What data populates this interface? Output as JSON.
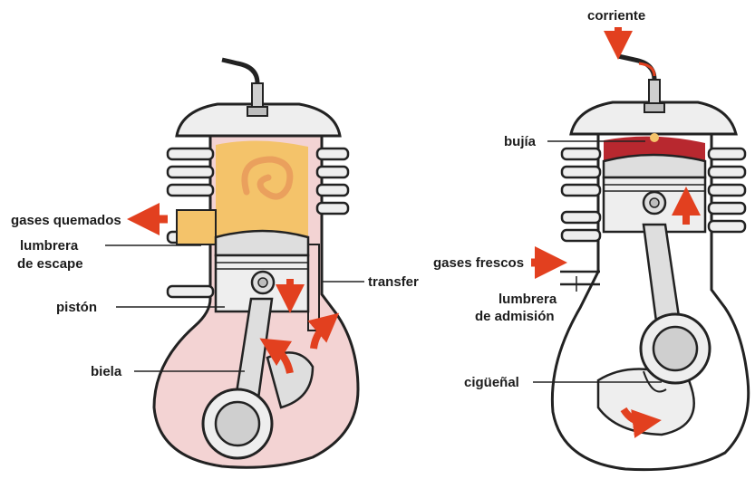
{
  "labels": {
    "gases_quemados": "gases quemados",
    "lumbrera_escape_1": "lumbrera",
    "lumbrera_escape_2": "de escape",
    "piston": "pistón",
    "biela": "biela",
    "transfer": "transfer",
    "corriente": "corriente",
    "bujia": "bujía",
    "gases_frescos": "gases frescos",
    "lumbrera_admision_1": "lumbrera",
    "lumbrera_admision_2": "de admisión",
    "ciguenal": "cigüeñal"
  },
  "colors": {
    "outline": "#222222",
    "crankcase_fill": "#f3d3d3",
    "combustion_fill": "#f4c36a",
    "swirl": "#e89a5a",
    "compressed_charge": "#b8282f",
    "metal_light": "#eeeeee",
    "metal_dark": "#bdbdbd",
    "arrow": "#e2401f"
  },
  "icons": [
    "red-flow-arrow",
    "spark-plug",
    "piston",
    "connecting-rod",
    "crankshaft"
  ]
}
